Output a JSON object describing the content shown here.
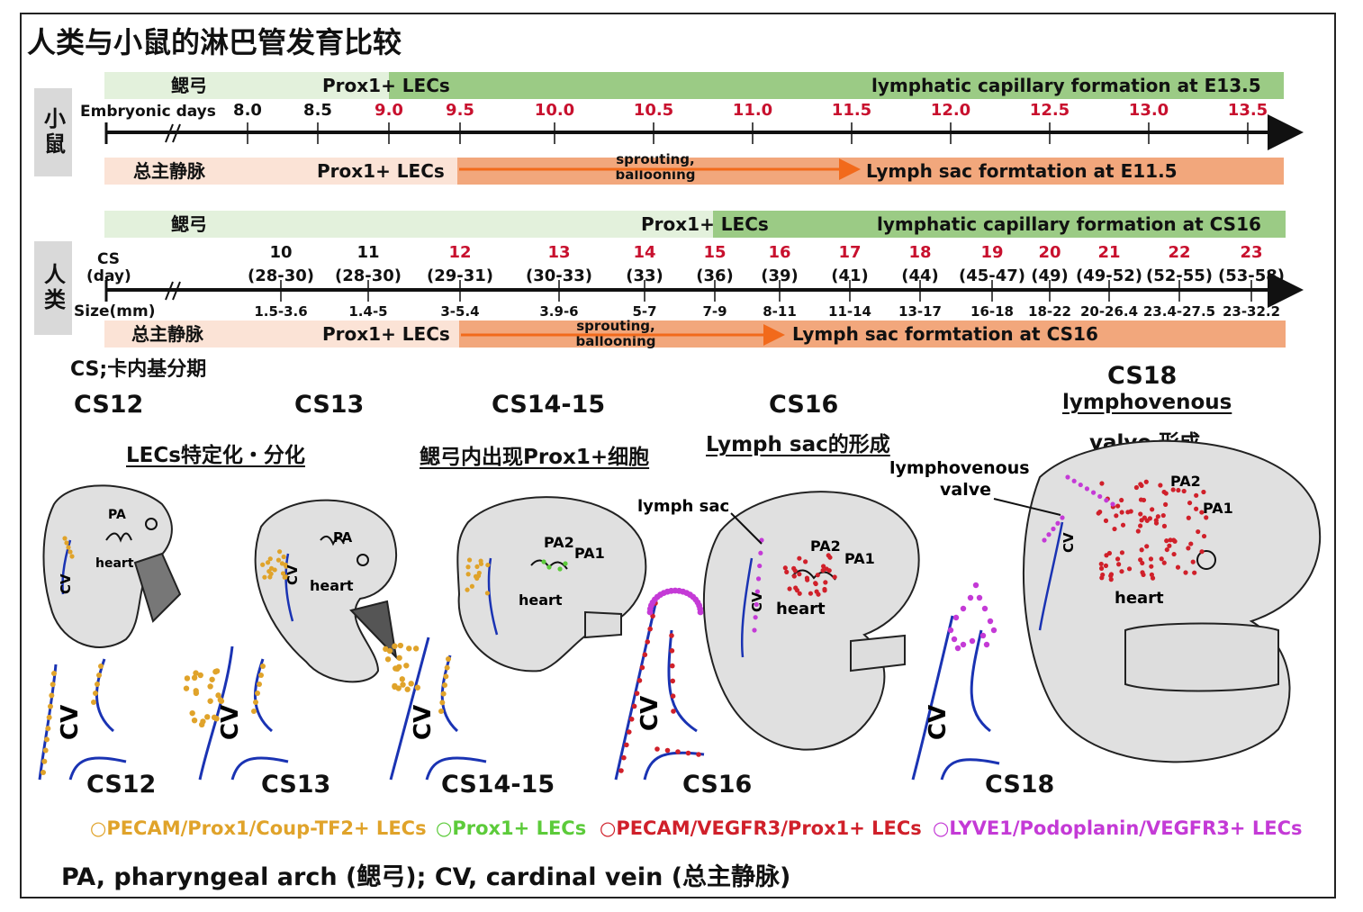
{
  "title": "人类与小鼠的淋巴管发育比较",
  "mouse": {
    "side_label": "小鼠",
    "top_band": {
      "left_label": "鳃弓",
      "mid_label": "Prox1+ LECs",
      "right_label": "lymphatic capillary formation at E13.5"
    },
    "axis_label": "Embryonic days",
    "ticks": [
      {
        "label": "8.0",
        "red": false
      },
      {
        "label": "8.5",
        "red": false
      },
      {
        "label": "9.0",
        "red": true
      },
      {
        "label": "9.5",
        "red": true
      },
      {
        "label": "10.0",
        "red": true
      },
      {
        "label": "10.5",
        "red": true
      },
      {
        "label": "11.0",
        "red": true
      },
      {
        "label": "11.5",
        "red": true
      },
      {
        "label": "12.0",
        "red": true
      },
      {
        "label": "12.5",
        "red": true
      },
      {
        "label": "13.0",
        "red": true
      },
      {
        "label": "13.5",
        "red": true
      }
    ],
    "bottom_band": {
      "left_label": "总主静脉",
      "mid_label": "Prox1+ LECs",
      "arrow_label": "sprouting,\nballooning",
      "right_label": "Lymph sac formtation at E11.5"
    }
  },
  "human": {
    "side_label": "人类",
    "top_band": {
      "left_label": "鳃弓",
      "mid_label": "Prox1+ LECs",
      "right_label": "lymphatic capillary formation at CS16"
    },
    "axis_label_cs": "CS",
    "axis_label_day": "(day)",
    "axis_label_size": "Size(mm)",
    "ticks": [
      {
        "cs": "10",
        "day": "(28-30)",
        "size": "1.5-3.6",
        "red": false
      },
      {
        "cs": "11",
        "day": "(28-30)",
        "size": "1.4-5",
        "red": false
      },
      {
        "cs": "12",
        "day": "(29-31)",
        "size": "3-5.4",
        "red": true
      },
      {
        "cs": "13",
        "day": "(30-33)",
        "size": "3.9-6",
        "red": true
      },
      {
        "cs": "14",
        "day": "(33)",
        "size": "5-7",
        "red": true
      },
      {
        "cs": "15",
        "day": "(36)",
        "size": "7-9",
        "red": true
      },
      {
        "cs": "16",
        "day": "(39)",
        "size": "8-11",
        "red": true
      },
      {
        "cs": "17",
        "day": "(41)",
        "size": "11-14",
        "red": true
      },
      {
        "cs": "18",
        "day": "(44)",
        "size": "13-17",
        "red": true
      },
      {
        "cs": "19",
        "day": "(45-47)",
        "size": "16-18",
        "red": true
      },
      {
        "cs": "20",
        "day": "(49)",
        "size": "18-22",
        "red": true
      },
      {
        "cs": "21",
        "day": "(49-52)",
        "size": "20-26.4",
        "red": true
      },
      {
        "cs": "22",
        "day": "(52-55)",
        "size": "23.4-27.5",
        "red": true
      },
      {
        "cs": "23",
        "day": "(53-58)",
        "size": "23-32.2",
        "red": true
      }
    ],
    "bottom_band": {
      "left_label": "总主静脉",
      "mid_label": "Prox1+ LECs",
      "arrow_label": "sprouting,\nballooning",
      "right_label": "Lymph sac formtation at CS16"
    }
  },
  "cs_note": "CS;卡内基分期",
  "stages": [
    {
      "head": "CS12",
      "sub": "LECs特定化・分化",
      "bottom": "CS12"
    },
    {
      "head": "CS13",
      "sub": "",
      "bottom": "CS13"
    },
    {
      "head": "CS14-15",
      "sub": "鳃弓内出现Prox1+细胞",
      "bottom": "CS14-15"
    },
    {
      "head": "CS16",
      "sub": "Lymph sac的形成",
      "bottom": "CS16"
    },
    {
      "head": "CS18",
      "sub_line1": "lymphovenous",
      "sub_line2": "valve 形成",
      "bottom": "CS18"
    }
  ],
  "embryo_labels": {
    "pa": "PA",
    "pa1": "PA1",
    "pa2": "PA2",
    "heart": "heart",
    "cv": "CV",
    "lymph_sac": "lymph sac",
    "lv_valve": "lymphovenous\nvalve"
  },
  "legend": [
    {
      "label": "○PECAM/Prox1/Coup-TF2+ LECs",
      "color": "#e0a32a"
    },
    {
      "label": "○Prox1+ LECs",
      "color": "#5ccb3a"
    },
    {
      "label": "○PECAM/VEGFR3/Prox1+ LECs",
      "color": "#d0202a"
    },
    {
      "label": "○LYVE1/Podoplanin/VEGFR3+ LECs",
      "color": "#c43ad6"
    }
  ],
  "footer": "PA, pharyngeal arch (鳃弓); CV, cardinal vein (总主静脉)",
  "colors": {
    "vein": "#1a33b3",
    "yellow": "#e0a32a",
    "green": "#5ccb3a",
    "red": "#d0202a",
    "purple": "#c43ad6",
    "orange_arrow": "#f26a1b"
  }
}
